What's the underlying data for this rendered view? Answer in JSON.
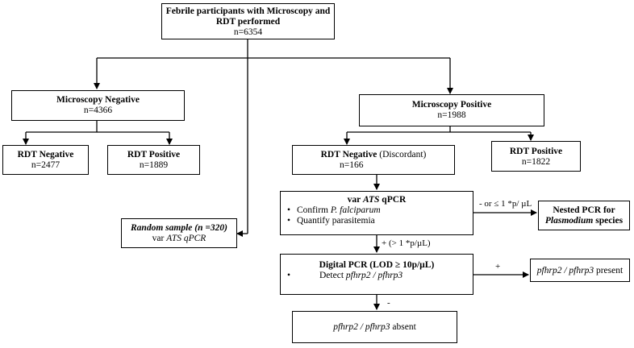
{
  "root": {
    "title": "Febrile participants with Microscopy and RDT performed",
    "n": "n=6354"
  },
  "micro_neg": {
    "title": "Microscopy Negative",
    "n": "n=4366"
  },
  "micro_pos": {
    "title": "Microscopy Positive",
    "n": "n=1988"
  },
  "rdt_neg_left": {
    "title": "RDT Negative",
    "n": "n=2477"
  },
  "rdt_pos_left": {
    "title": "RDT Positive",
    "n": "n=1889"
  },
  "rdt_neg_disc": {
    "title": "RDT Negative",
    "suffix": " (Discordant)",
    "n": "n=166"
  },
  "rdt_pos_right": {
    "title": "RDT Positive",
    "n": "n=1822"
  },
  "random": {
    "title": "Random sample (n =320)",
    "test_prefix": "var ",
    "test_name": "ATS qPCR"
  },
  "qpcr": {
    "title_prefix": "var ",
    "title_italic": "ATS",
    "title_suffix": " qPCR",
    "bullet1_prefix": "Confirm ",
    "bullet1_italic": "P. falciparum",
    "bullet2": "Quantify parasitemia"
  },
  "nested": {
    "line1": "Nested PCR for",
    "line2_italic": "Plasmodium",
    "line2_suffix": " species"
  },
  "dpcr": {
    "title": "Digital PCR (LOD ≥ 10p/µL)",
    "bullet_prefix": "Detect ",
    "bullet_italic": "pfhrp2 / pfhrp3"
  },
  "present": {
    "italic": "pfhrp2 / pfhrp3",
    "suffix": " present"
  },
  "absent": {
    "italic": "pfhrp2 / pfhrp3",
    "suffix": " absent"
  },
  "edge_labels": {
    "neg_or_low": "- or ≤ 1 *p/ µL",
    "high": "+ (> 1 *p/µL)",
    "plus": "+",
    "minus": "-"
  }
}
